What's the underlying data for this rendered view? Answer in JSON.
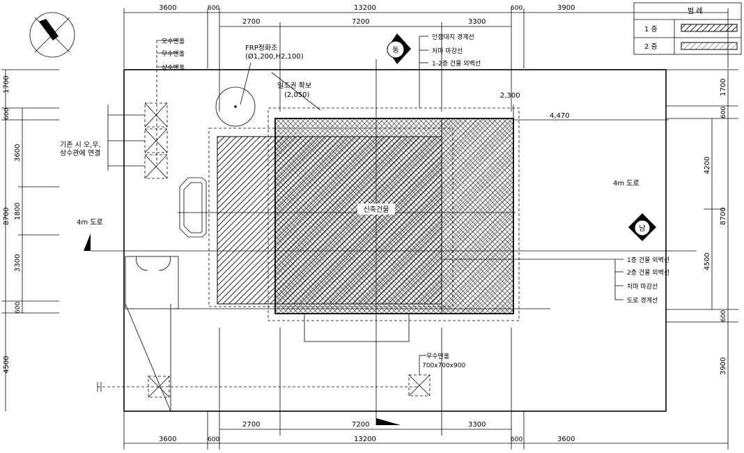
{
  "legend": {
    "header": "범 례",
    "rows": [
      {
        "label": "1 층"
      },
      {
        "label": "2 층"
      }
    ]
  },
  "dimensions": {
    "top_outer": [
      "3600",
      "600",
      "13200",
      "600",
      "3900"
    ],
    "top_inner": [
      "2700",
      "7200",
      "3300"
    ],
    "bottom_inner": [
      "2700",
      "7200",
      "3300"
    ],
    "bottom_outer": [
      "3600",
      "600",
      "13200",
      "600",
      "3600"
    ],
    "left": [
      "1700",
      "600",
      "3600",
      "1800",
      "3300",
      "600",
      "4500"
    ],
    "left_total": "8700",
    "right": [
      "1700",
      "600",
      "4200",
      "4500",
      "600",
      "3900"
    ],
    "right_total": "8700",
    "offset_2300": "2,300",
    "offset_4470": "4,470"
  },
  "labels": {
    "pipes": [
      "오수맨홀",
      "우수맨홀",
      "상수맨홀"
    ],
    "septic": "FRP정화조",
    "septic_size": "(Ø1,200,H2,100)",
    "parking": "일조권 확보",
    "parking_dim": "(2,050)",
    "connect_1": "기존 시 오,우,",
    "connect_2": "상수관에 연결",
    "road_left": "4m 도로",
    "road_right": "4m 도로",
    "building": "신축건물",
    "north_top": "동",
    "north_right": "남",
    "top_legend": [
      "인접대지 경계선",
      "처마 마감선",
      "1-2층 건물 외벽선"
    ],
    "right_legend": [
      "1층 건물 외벽선",
      "2층 건물 외벽선",
      "처마 마감선",
      "도로 경계선"
    ],
    "manhole": "우수맨홀",
    "manhole_size": "700x700x900"
  }
}
